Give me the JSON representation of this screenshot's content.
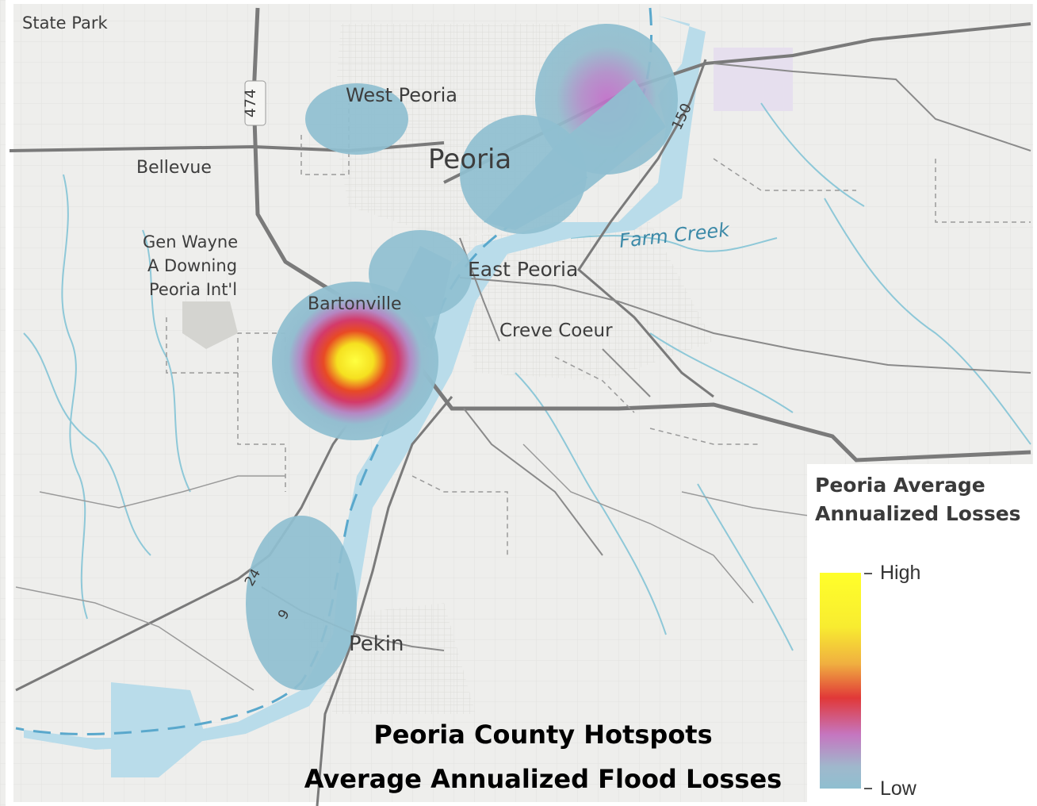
{
  "map": {
    "places": {
      "state_park": "State Park",
      "west_peoria": "West Peoria",
      "peoria": "Peoria",
      "bellevue": "Bellevue",
      "airport_line1": "Gen Wayne",
      "airport_line2": "A Downing",
      "airport_line3": "Peoria Int'l",
      "east_peoria": "East Peoria",
      "bartonville": "Bartonville",
      "creve_coeur": "Creve Coeur",
      "farm_creek": "Farm Creek",
      "pekin": "Pekin"
    },
    "route_shields": {
      "i474": "474",
      "r150": "150",
      "r24": "24",
      "r9": "9"
    },
    "hotspot_colors": {
      "low": "#8fbfd0",
      "mid": "#c77bc4",
      "high_red": "#e03030",
      "peak": "#ffff30"
    }
  },
  "legend": {
    "title_line1": "Peoria Average",
    "title_line2": "Annualized Losses",
    "high_label": "High",
    "low_label": "Low"
  },
  "caption": {
    "line1": "Peoria County Hotspots",
    "line2": "Average Annualized Flood Losses"
  }
}
